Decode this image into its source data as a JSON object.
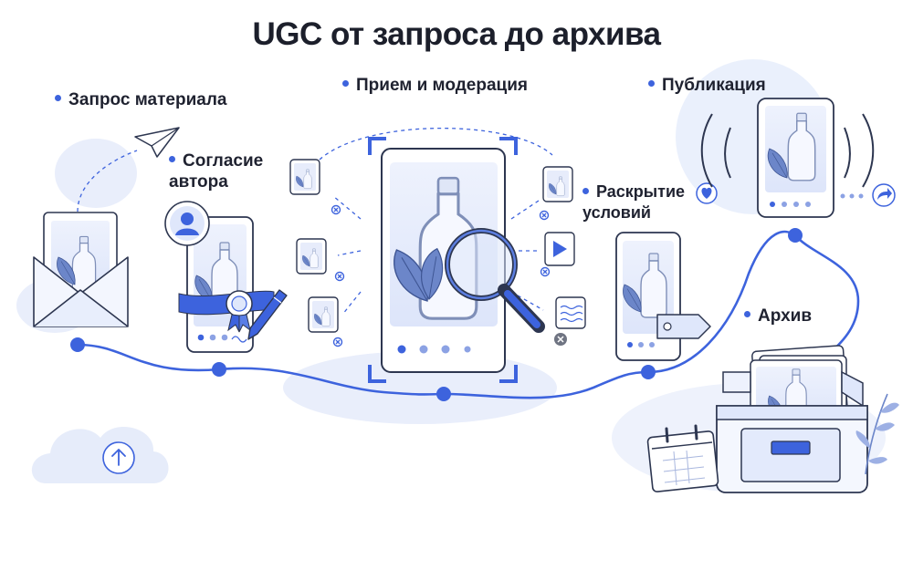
{
  "title": "UGC от запроса до архива",
  "steps": [
    {
      "id": "request",
      "label": "Запрос материала"
    },
    {
      "id": "consent",
      "label": "Согласие автора"
    },
    {
      "id": "moderation",
      "label": "Прием и модерация"
    },
    {
      "id": "disclosure",
      "label": "Раскрытие условий"
    },
    {
      "id": "publication",
      "label": "Публикация"
    },
    {
      "id": "archive",
      "label": "Архив"
    }
  ],
  "icons": [
    "paper-plane-icon",
    "envelope-icon",
    "avatar-icon",
    "signature-pen-icon",
    "certificate-ribbon-icon",
    "magnifier-icon",
    "play-icon",
    "heart-icon",
    "share-icon",
    "price-tag-icon",
    "calendar-icon",
    "upload-arrow-icon",
    "archive-box-icon",
    "leaf-branch-icon"
  ],
  "colors": {
    "accent": "#3d63dd",
    "soft": "#dfe7fb",
    "outline": "#2d3650",
    "text": "#1f2230"
  }
}
